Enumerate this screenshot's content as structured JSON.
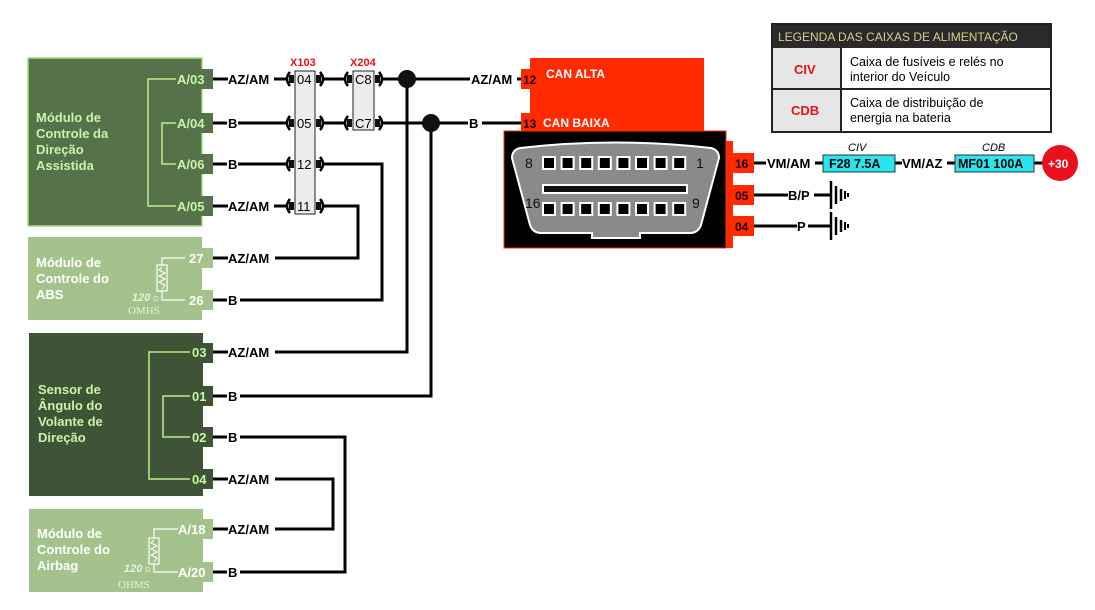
{
  "colors": {
    "module_dark": "#56724a",
    "module_light": "#a3c28c",
    "sensor_dark": "#3f5436",
    "module_text_dark": "#c8f5a8",
    "module_text_light": "#ffffff",
    "obd_red": "#ff2a00",
    "fuse_cyan": "#29e6ee",
    "battery_red": "#e8101a",
    "connector_name_red": "#e8101a"
  },
  "modules": {
    "eps": {
      "title_lines": [
        "Módulo de",
        "Controle da",
        "Direção",
        "Assistida"
      ],
      "pins": [
        {
          "pin": "A/03",
          "wire": "AZ/AM"
        },
        {
          "pin": "A/04",
          "wire": "B"
        },
        {
          "pin": "A/06",
          "wire": "B"
        },
        {
          "pin": "A/05",
          "wire": "AZ/AM"
        }
      ]
    },
    "abs": {
      "title_lines": [
        "Módulo de",
        "Controle do",
        "ABS"
      ],
      "pins": [
        {
          "pin": "27",
          "wire": "AZ/AM"
        },
        {
          "pin": "26",
          "wire": "B"
        }
      ],
      "resistor_value": "120",
      "resistor_unit_symbol": "Ω",
      "resistor_unit_text": "OMHS"
    },
    "sas": {
      "title_lines": [
        "Sensor de",
        "Ângulo do",
        "Volante de",
        "Direção"
      ],
      "pins": [
        {
          "pin": "03",
          "wire": "AZ/AM"
        },
        {
          "pin": "01",
          "wire": "B"
        },
        {
          "pin": "02",
          "wire": "B"
        },
        {
          "pin": "04",
          "wire": "AZ/AM"
        }
      ]
    },
    "airbag": {
      "title_lines": [
        "Módulo de",
        "Controle do",
        "Airbag"
      ],
      "pins": [
        {
          "pin": "A/18",
          "wire": "AZ/AM"
        },
        {
          "pin": "A/20",
          "wire": "B"
        }
      ],
      "resistor_value": "120",
      "resistor_unit_symbol": "Ω",
      "resistor_unit_text": "OHMS"
    }
  },
  "connectors": {
    "x103": {
      "name": "X103",
      "pins": [
        "04",
        "05",
        "12",
        "11"
      ]
    },
    "x204": {
      "name": "X204",
      "pins": [
        "C8",
        "C7"
      ]
    }
  },
  "obd": {
    "can_high": {
      "pin": "12",
      "wire": "AZ/AM",
      "label": "CAN ALTA"
    },
    "can_low": {
      "pin": "13",
      "wire": "B",
      "label": "CAN BAIXA"
    },
    "port_numbers": {
      "top_left": "8",
      "top_right": "1",
      "bottom_left": "16",
      "bottom_right": "9"
    },
    "right_pins": [
      {
        "pin": "16",
        "wire": "VM/AM"
      },
      {
        "pin": "05",
        "wire": "B/P"
      },
      {
        "pin": "04",
        "wire": "P"
      }
    ]
  },
  "power": {
    "fuse1": {
      "box": "CIV",
      "label": "F28 7.5A"
    },
    "mid_wire": "VM/AZ",
    "fuse2": {
      "box": "CDB",
      "label": "MF01 100A"
    },
    "battery_label": "+30"
  },
  "legend": {
    "title": "LEGENDA DAS CAIXAS DE ALIMENTAÇÃO",
    "rows": [
      {
        "key": "CIV",
        "desc_lines": [
          "Caixa de fusíveis e relés no",
          "interior do Veículo"
        ]
      },
      {
        "key": "CDB",
        "desc_lines": [
          "Caixa de distribuição de",
          "energia na bateria"
        ]
      }
    ]
  }
}
